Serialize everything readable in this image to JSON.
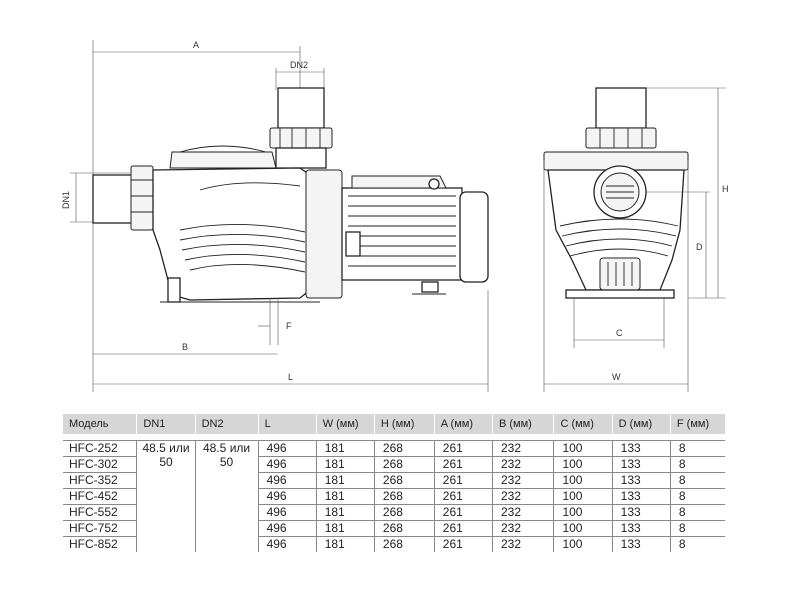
{
  "drawing": {
    "labels": {
      "a": "A",
      "dn2": "DN2",
      "dn1": "DN1",
      "b": "B",
      "f": "F",
      "l": "L",
      "h": "H",
      "d": "D",
      "c": "C",
      "w": "W"
    }
  },
  "table": {
    "headers": [
      "Модель",
      "DN1",
      "DN2",
      "L",
      "W (мм)",
      "H (мм)",
      "A (мм)",
      "B (мм)",
      "C (мм)",
      "D (мм)",
      "F (мм)"
    ],
    "dn1_merged": "48.5 или\n50",
    "dn2_merged": "48.5 или\n50",
    "rows": [
      {
        "model": "HFC-252",
        "l": "496",
        "w": "181",
        "h": "268",
        "a": "261",
        "b": "232",
        "c": "100",
        "d": "133",
        "f": "8"
      },
      {
        "model": "HFC-302",
        "l": "496",
        "w": "181",
        "h": "268",
        "a": "261",
        "b": "232",
        "c": "100",
        "d": "133",
        "f": "8"
      },
      {
        "model": "HFC-352",
        "l": "496",
        "w": "181",
        "h": "268",
        "a": "261",
        "b": "232",
        "c": "100",
        "d": "133",
        "f": "8"
      },
      {
        "model": "HFC-452",
        "l": "496",
        "w": "181",
        "h": "268",
        "a": "261",
        "b": "232",
        "c": "100",
        "d": "133",
        "f": "8"
      },
      {
        "model": "HFC-552",
        "l": "496",
        "w": "181",
        "h": "268",
        "a": "261",
        "b": "232",
        "c": "100",
        "d": "133",
        "f": "8"
      },
      {
        "model": "HFC-752",
        "l": "496",
        "w": "181",
        "h": "268",
        "a": "261",
        "b": "232",
        "c": "100",
        "d": "133",
        "f": "8"
      },
      {
        "model": "HFC-852",
        "l": "496",
        "w": "181",
        "h": "268",
        "a": "261",
        "b": "232",
        "c": "100",
        "d": "133",
        "f": "8"
      }
    ]
  }
}
